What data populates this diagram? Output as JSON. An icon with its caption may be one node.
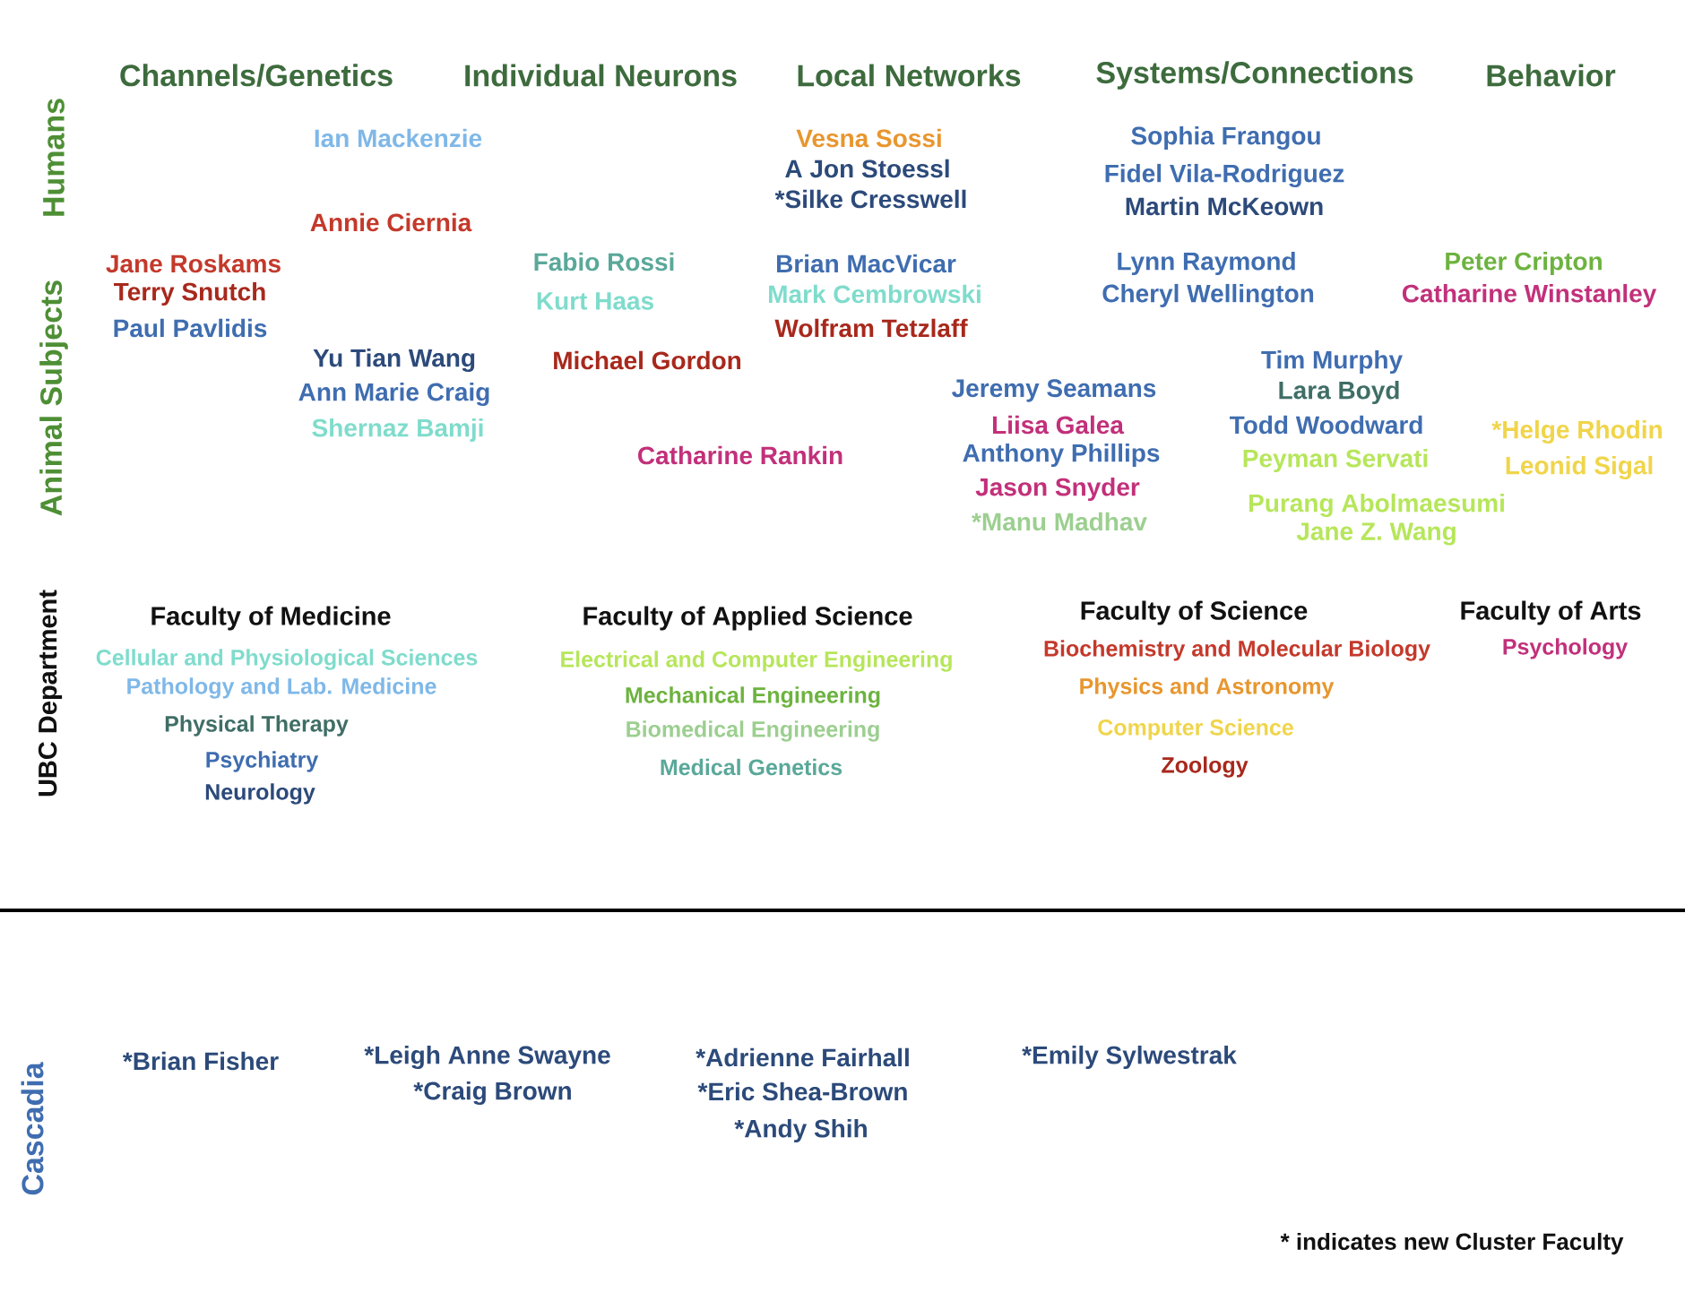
{
  "diagram": {
    "labels": [
      "Channels/Genetics",
      "Individual Neurons",
      "Local Networks",
      "Systems/Connections",
      "Behavior",
      "Humans",
      "Animal Subjects",
      "Ian Mackenzie",
      "Vesna Sossi",
      "A Jon Stoessl",
      "*Silke Cresswell",
      "Sophia Frangou",
      "Fidel Vila-Rodriguez",
      "Martin McKeown",
      "Annie Ciernia",
      "Jane Roskams",
      "Fabio Rossi",
      "Brian MacVicar",
      "Lynn Raymond",
      "Peter Cripton",
      "Terry Snutch",
      "Kurt Haas",
      "Mark Cembrowski",
      "Cheryl Wellington",
      "Catharine Winstanley",
      "Paul Pavlidis",
      "Wolfram Tetzlaff",
      "Yu Tian Wang",
      "Michael Gordon",
      "Tim Murphy",
      "Ann Marie Craig",
      "Jeremy Seamans",
      "Lara Boyd",
      "Shernaz Bamji",
      "Liisa Galea",
      "Todd Woodward",
      "*Helge Rhodin",
      "Catharine Rankin",
      "Anthony Phillips",
      "Peyman Servati",
      "Leonid Sigal",
      "Jason Snyder",
      "Purang Abolmaesumi",
      "*Manu Madhav",
      "Jane Z. Wang",
      "UBC Department",
      "Faculty of Medicine",
      "Faculty of Applied Science",
      "Faculty of Science",
      "Faculty of Arts",
      "Cellular and Physiological Sciences",
      "Electrical and Computer Engineering",
      "Biochemistry and Molecular Biology",
      "Psychology",
      "Pathology and Lab. Medicine",
      "Mechanical Engineering",
      "Physics and Astronomy",
      "Physical Therapy",
      "Biomedical Engineering",
      "Computer Science",
      "Psychiatry",
      "Medical Genetics",
      "Zoology",
      "Neurology",
      "Cascadia",
      "*Brian Fisher",
      "*Leigh Anne Swayne",
      "*Craig Brown",
      "*Adrienne Fairhall",
      "*Eric Shea-Brown",
      "*Andy Shih",
      "*Emily Sylwestrak",
      "* indicates new Cluster Faculty"
    ]
  }
}
